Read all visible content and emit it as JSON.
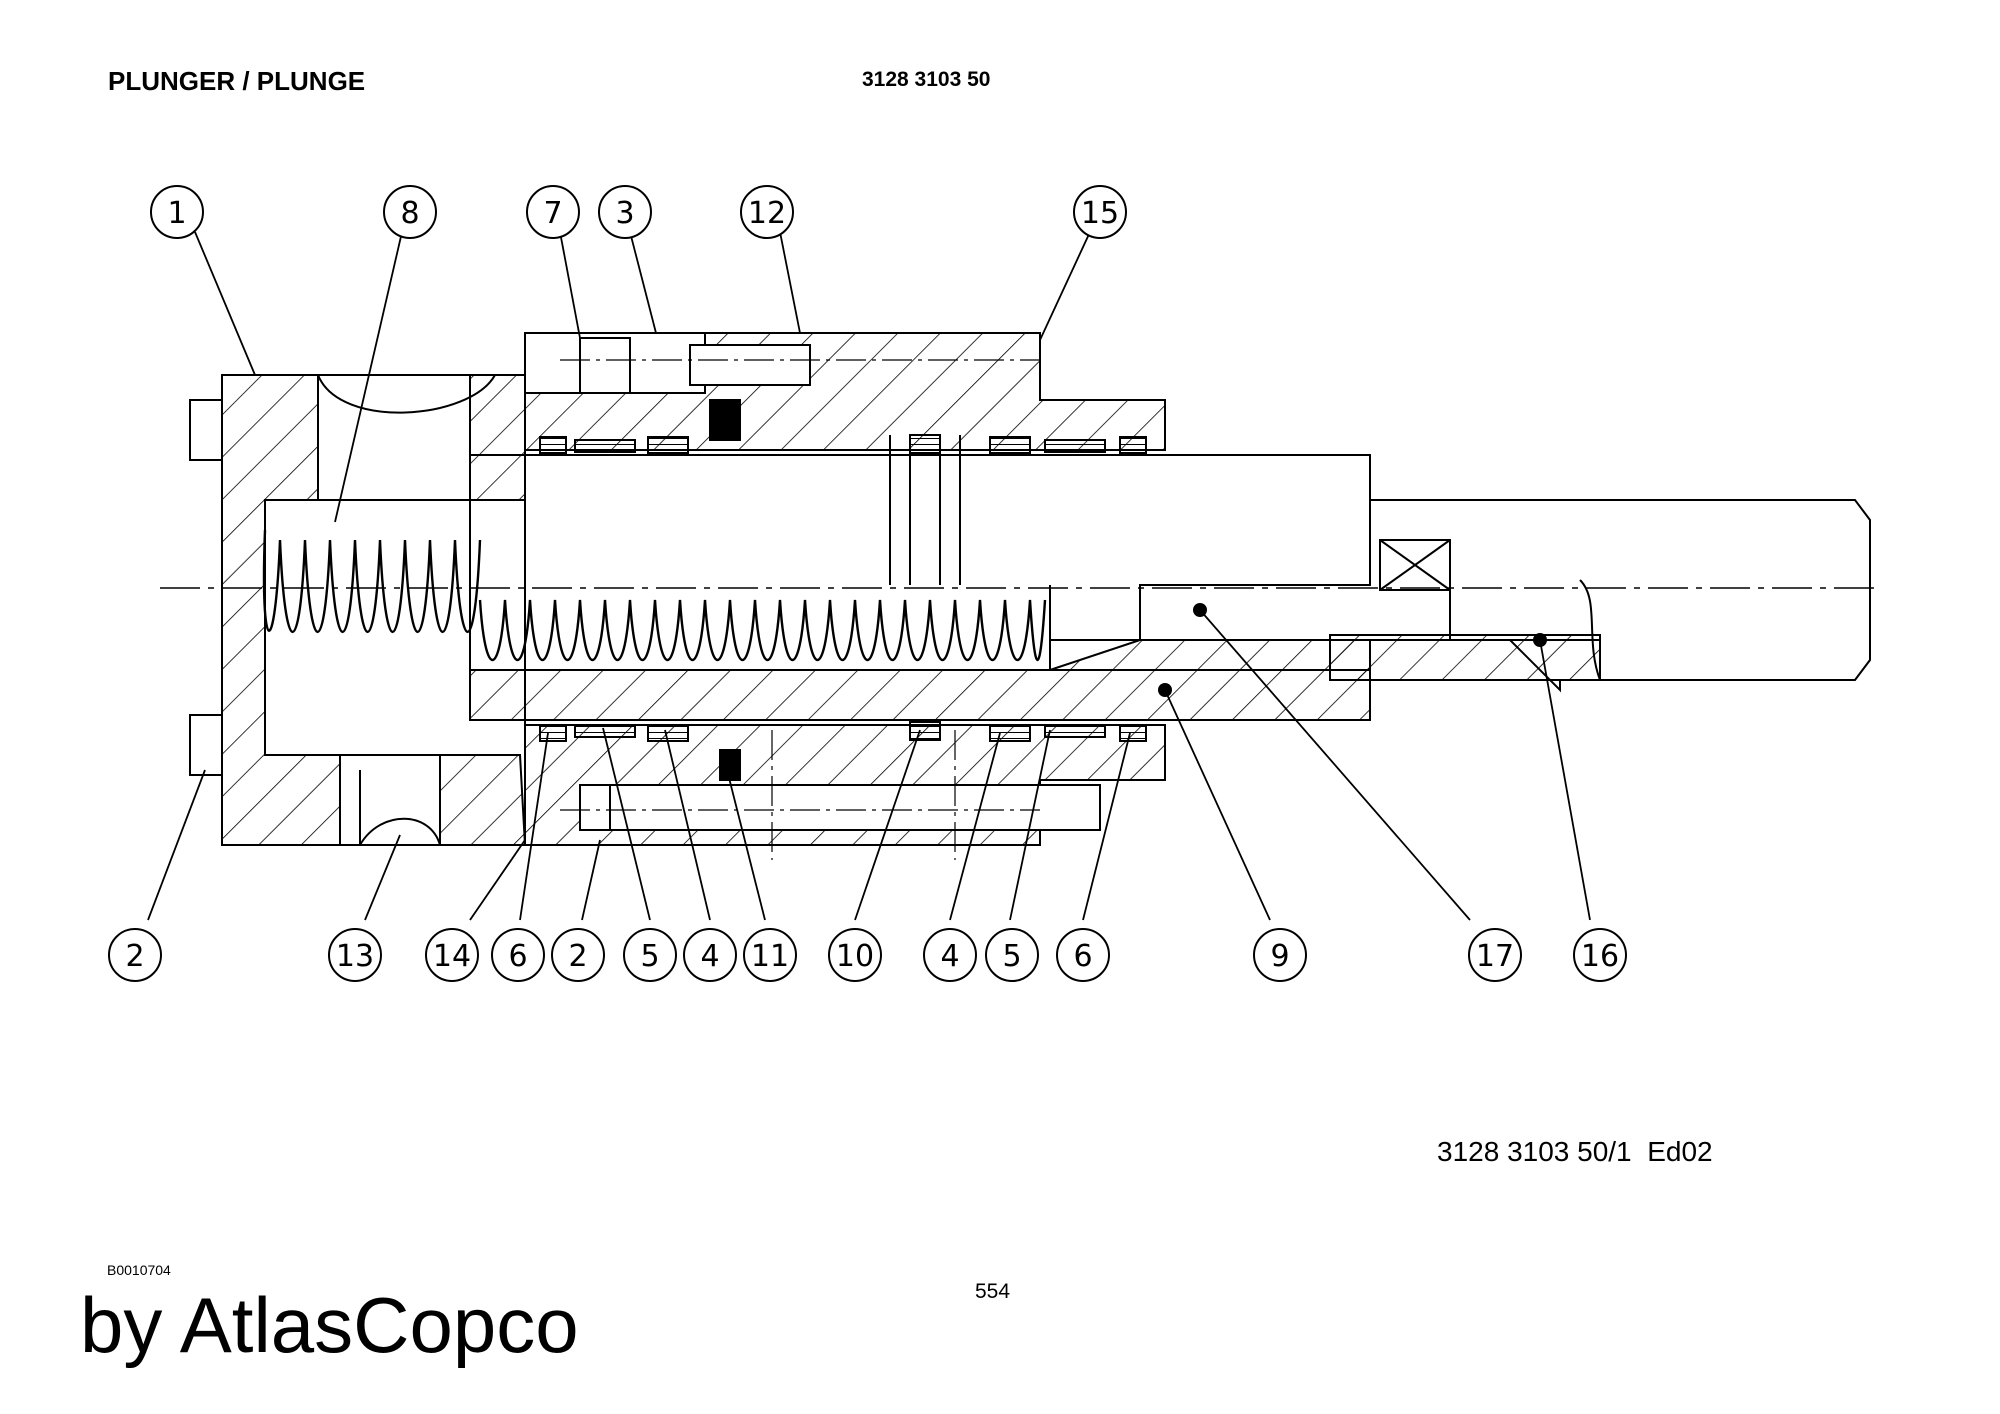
{
  "header": {
    "title": "PLUNGER / PLUNGE",
    "part_number": "3128 3103 50"
  },
  "callouts_top": [
    "1",
    "8",
    "7",
    "3",
    "12",
    "15"
  ],
  "callouts_bottom": [
    "2",
    "13",
    "14",
    "6",
    "2",
    "5",
    "4",
    "11",
    "10",
    "4",
    "5",
    "6",
    "9",
    "17",
    "16"
  ],
  "footer": {
    "drawing_reference": "3128 3103 50/1  Ed02",
    "image_id": "B0010704",
    "page_number": "554",
    "brand": "by AtlasCopco"
  }
}
